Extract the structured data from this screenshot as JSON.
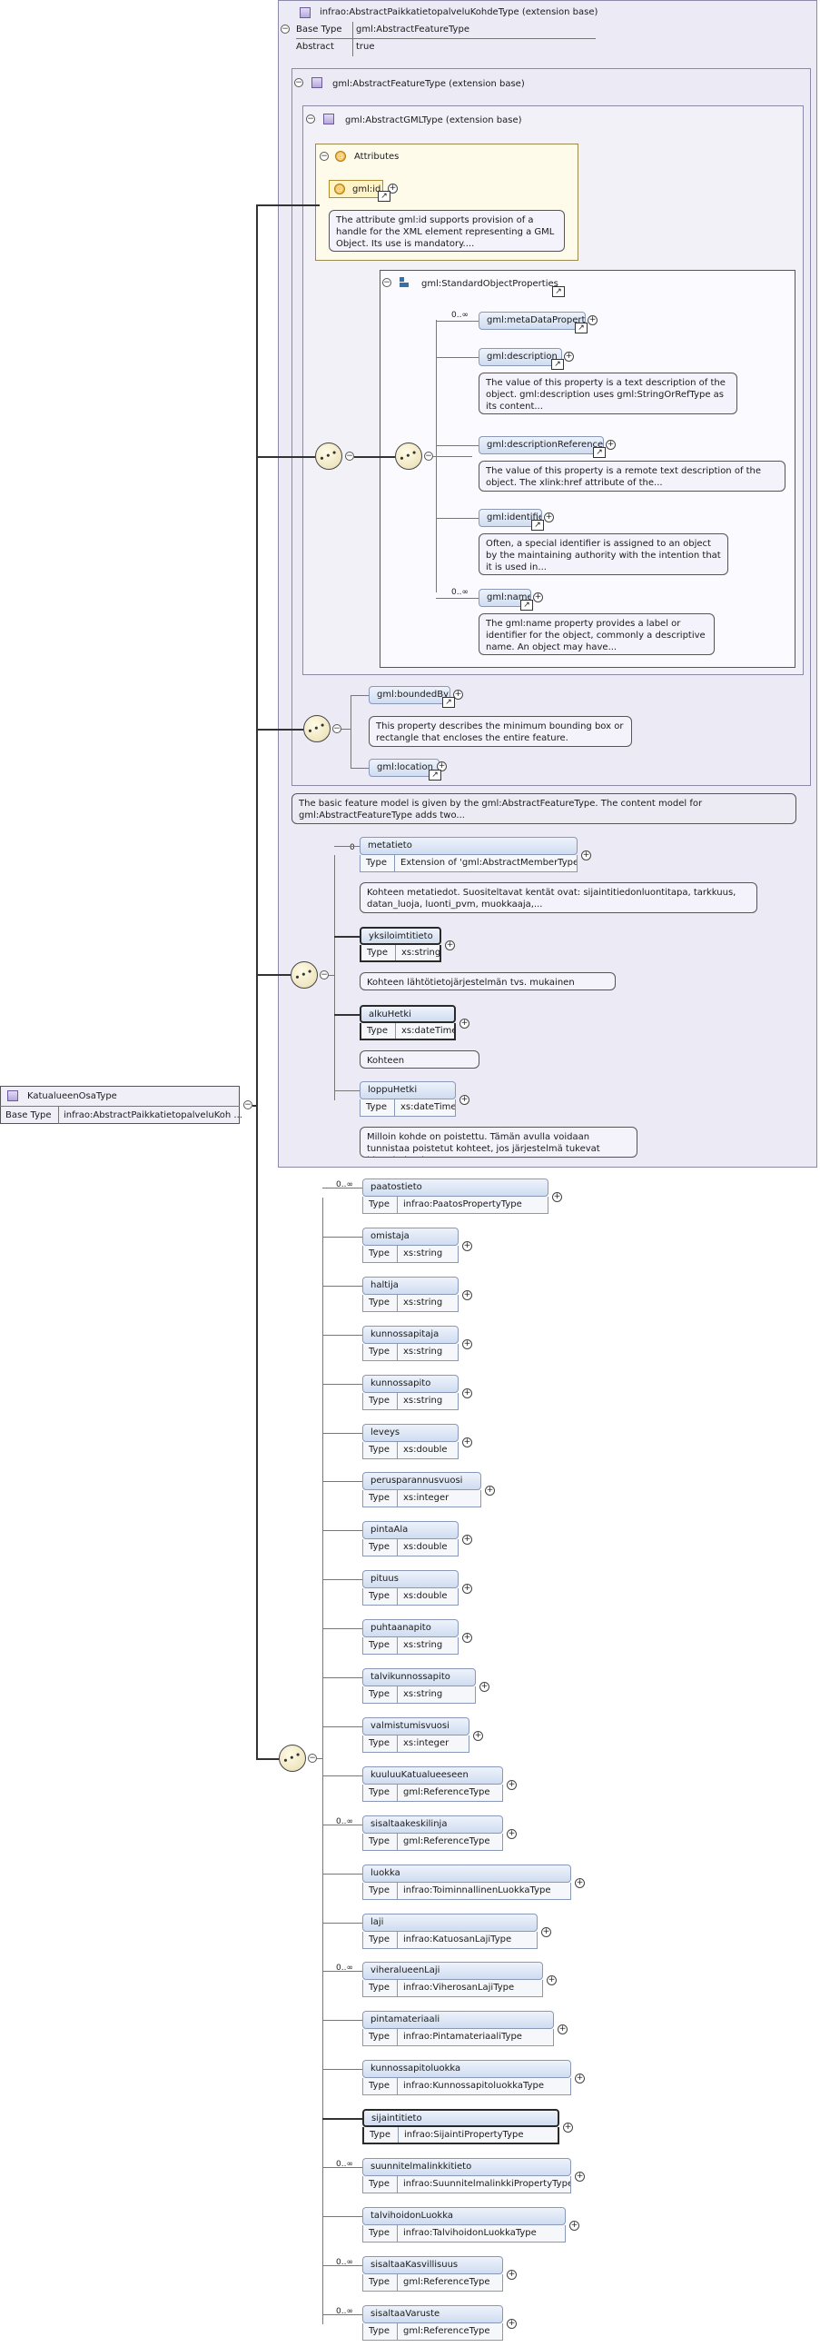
{
  "base_header": {
    "title": "infrao:AbstractPaikkatietopalveluKohdeType (extension base)",
    "rows": [
      [
        "Base Type",
        "gml:AbstractFeatureType"
      ],
      [
        "Abstract",
        "true"
      ]
    ]
  },
  "feature_type": {
    "title": "gml:AbstractFeatureType (extension base)"
  },
  "gml_type": {
    "title": "gml:AbstractGMLType (extension base)"
  },
  "attributes": {
    "title": "Attributes",
    "gml_id": "gml:id",
    "gml_id_doc": "The attribute gml:id supports provision of a handle for the XML element representing a GML Object. Its use is mandatory...."
  },
  "std_props": {
    "title": "gml:StandardObjectProperties",
    "items": [
      {
        "name": "gml:metaDataProperty",
        "mult": "0..∞",
        "doc": ""
      },
      {
        "name": "gml:description",
        "mult": "",
        "doc": "The value of this property is a text description of the object. gml:description uses gml:StringOrRefType as its content..."
      },
      {
        "name": "gml:descriptionReference",
        "mult": "",
        "doc": "The value of this property is a remote text description of the object. The xlink:href attribute of the..."
      },
      {
        "name": "gml:identifier",
        "mult": "",
        "doc": "Often, a special identifier is assigned to an object by the maintaining authority with the intention that it is used in..."
      },
      {
        "name": "gml:name",
        "mult": "0..∞",
        "doc": "The gml:name property provides a label or identifier for the object, commonly a descriptive name. An object may have..."
      }
    ]
  },
  "bounded": {
    "bounded_by": "gml:boundedBy",
    "bounded_doc": "This property describes the minimum bounding box or rectangle that encloses the entire feature.",
    "location": "gml:location"
  },
  "feature_doc": "The basic feature model is given by the gml:AbstractFeatureType. The content model for gml:AbstractFeatureType adds two...",
  "paikka": {
    "mult": "0",
    "items": [
      {
        "name": "metatieto",
        "type": "Extension of 'gml:AbstractMemberType'",
        "doc": "Kohteen metatiedot. Suositeltavat kentät ovat: sijaintitiedonluontitapa, tarkkuus, datan_luoja, luonti_pvm, muokkaaja,..."
      },
      {
        "name": "yksiloimtitieto",
        "type": "xs:string",
        "doc": "Kohteen lähtötietojärjestelmän tvs. mukainen yksilöintitieto"
      },
      {
        "name": "alkuHetki",
        "type": "xs:dateTime",
        "doc": "Kohteen luontipäivämäärä"
      },
      {
        "name": "loppuHetki",
        "type": "xs:dateTime",
        "doc": "Milloin kohde on poistettu. Tämän avulla voidaan tunnistaa poistetut kohteet, jos järjestelmä tukevat historiatietojen..."
      }
    ]
  },
  "root": {
    "name": "KatualueenOsaType",
    "base_label": "Base Type",
    "base_value": "infrao:AbstractPaikkatietopalveluKoh ..."
  },
  "type_label": "Type",
  "main": [
    {
      "name": "paatostieto",
      "type": "infrao:PaatosPropertyType",
      "mult": "0..∞"
    },
    {
      "name": "omistaja",
      "type": "xs:string",
      "mult": ""
    },
    {
      "name": "haltija",
      "type": "xs:string",
      "mult": ""
    },
    {
      "name": "kunnossapitaja",
      "type": "xs:string",
      "mult": ""
    },
    {
      "name": "kunnossapito",
      "type": "xs:string",
      "mult": ""
    },
    {
      "name": "leveys",
      "type": "xs:double",
      "mult": ""
    },
    {
      "name": "perusparannusvuosi",
      "type": "xs:integer",
      "mult": ""
    },
    {
      "name": "pintaAla",
      "type": "xs:double",
      "mult": ""
    },
    {
      "name": "pituus",
      "type": "xs:double",
      "mult": ""
    },
    {
      "name": "puhtaanapito",
      "type": "xs:string",
      "mult": ""
    },
    {
      "name": "talvikunnossapito",
      "type": "xs:string",
      "mult": ""
    },
    {
      "name": "valmistumisvuosi",
      "type": "xs:integer",
      "mult": ""
    },
    {
      "name": "kuuluuKatualueeseen",
      "type": "gml:ReferenceType",
      "mult": ""
    },
    {
      "name": "sisaltaakeskilinja",
      "type": "gml:ReferenceType",
      "mult": "0..∞"
    },
    {
      "name": "luokka",
      "type": "infrao:ToiminnallinenLuokkaType",
      "mult": ""
    },
    {
      "name": "laji",
      "type": "infrao:KatuosanLajiType",
      "mult": ""
    },
    {
      "name": "viheralueenLaji",
      "type": "infrao:ViherosanLajiType",
      "mult": "0..∞"
    },
    {
      "name": "pintamateriaali",
      "type": "infrao:PintamateriaaliType",
      "mult": ""
    },
    {
      "name": "kunnossapitoluokka",
      "type": "infrao:KunnossapitoluokkaType",
      "mult": ""
    },
    {
      "name": "sijaintitieto",
      "type": "infrao:SijaintiPropertyType",
      "mult": ""
    },
    {
      "name": "suunnitelmalinkkitieto",
      "type": "infrao:SuunnitelmalinkkiPropertyType",
      "mult": "0..∞"
    },
    {
      "name": "talvihoidonLuokka",
      "type": "infrao:TalvihoidonLuokkaType",
      "mult": ""
    },
    {
      "name": "sisaltaaKasvillisuus",
      "type": "gml:ReferenceType",
      "mult": "0..∞"
    },
    {
      "name": "sisaltaaVaruste",
      "type": "gml:ReferenceType",
      "mult": "0..∞"
    }
  ]
}
